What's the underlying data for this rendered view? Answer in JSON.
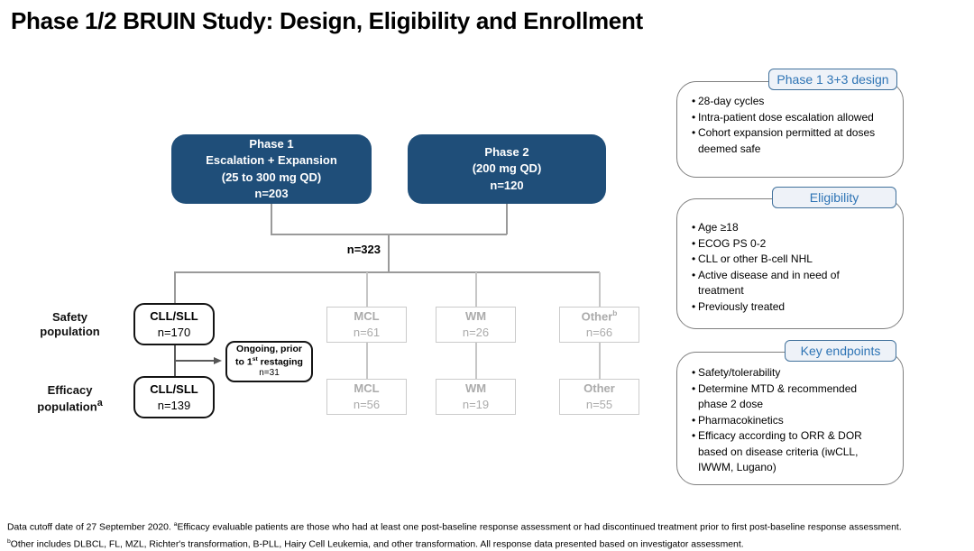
{
  "title": "Phase 1/2 BRUIN Study: Design, Eligibility and Enrollment",
  "flowchart": {
    "phase1": {
      "l1": "Phase 1",
      "l2": "Escalation + Expansion",
      "l3": "(25 to 300 mg QD)",
      "l4": "n=203"
    },
    "phase2": {
      "l1": "Phase 2",
      "l2": "(200 mg QD)",
      "l3": "n=120"
    },
    "total": "n=323",
    "labels": {
      "safety_l1": "Safety",
      "safety_l2": "population",
      "efficacy_l1": "Efficacy",
      "efficacy_l2": "population",
      "efficacy_sup": "a"
    },
    "safety_row": [
      {
        "name": "CLL/SLL",
        "n": "n=170"
      },
      {
        "name": "MCL",
        "n": "n=61"
      },
      {
        "name": "WM",
        "n": "n=26"
      },
      {
        "name": "Other",
        "sup": "b",
        "n": "n=66"
      }
    ],
    "efficacy_row": [
      {
        "name": "CLL/SLL",
        "n": "n=139"
      },
      {
        "name": "MCL",
        "n": "n=56"
      },
      {
        "name": "WM",
        "n": "n=19"
      },
      {
        "name": "Other",
        "n": "n=55"
      }
    ],
    "ongoing": {
      "l1": "Ongoing, prior",
      "l2_pre": "to 1",
      "l2_sup": "st",
      "l2_post": " restaging",
      "n": "n=31"
    }
  },
  "callouts": [
    {
      "tab": "Phase 1 3+3 design",
      "bullets": [
        "28-day cycles",
        "Intra-patient dose escalation allowed",
        "Cohort expansion permitted at doses deemed safe"
      ]
    },
    {
      "tab": "Eligibility",
      "bullets": [
        "Age ≥18",
        "ECOG PS 0-2",
        "CLL or other B-cell NHL",
        "Active disease and in need of treatment",
        "Previously treated"
      ]
    },
    {
      "tab": "Key endpoints",
      "bullets": [
        "Safety/tolerability",
        "Determine MTD & recommended phase 2 dose",
        "Pharmacokinetics",
        "Efficacy according to ORR & DOR based on disease criteria (iwCLL, IWWM, Lugano)"
      ]
    }
  ],
  "footnotes": {
    "line1_pre": "Data cutoff date of 27 September 2020. ",
    "line1_sup": "a",
    "line1_post": "Efficacy evaluable patients are those who had at least one post-baseline response assessment or had discontinued treatment prior to first post-baseline response assessment.",
    "line2_sup": "b",
    "line2_post": "Other includes DLBCL, FL, MZL, Richter's transformation, B-PLL, Hairy Cell Leukemia, and other transformation. All response data presented based on investigator assessment."
  },
  "colors": {
    "phase_box": "#1f4e79",
    "tab_text": "#2e74b5",
    "tab_border": "#41719c",
    "tab_fill": "#eef2f8",
    "gray_node_text": "#ababab",
    "connector": "#9a9a9a"
  },
  "bullet_glyph": "•"
}
